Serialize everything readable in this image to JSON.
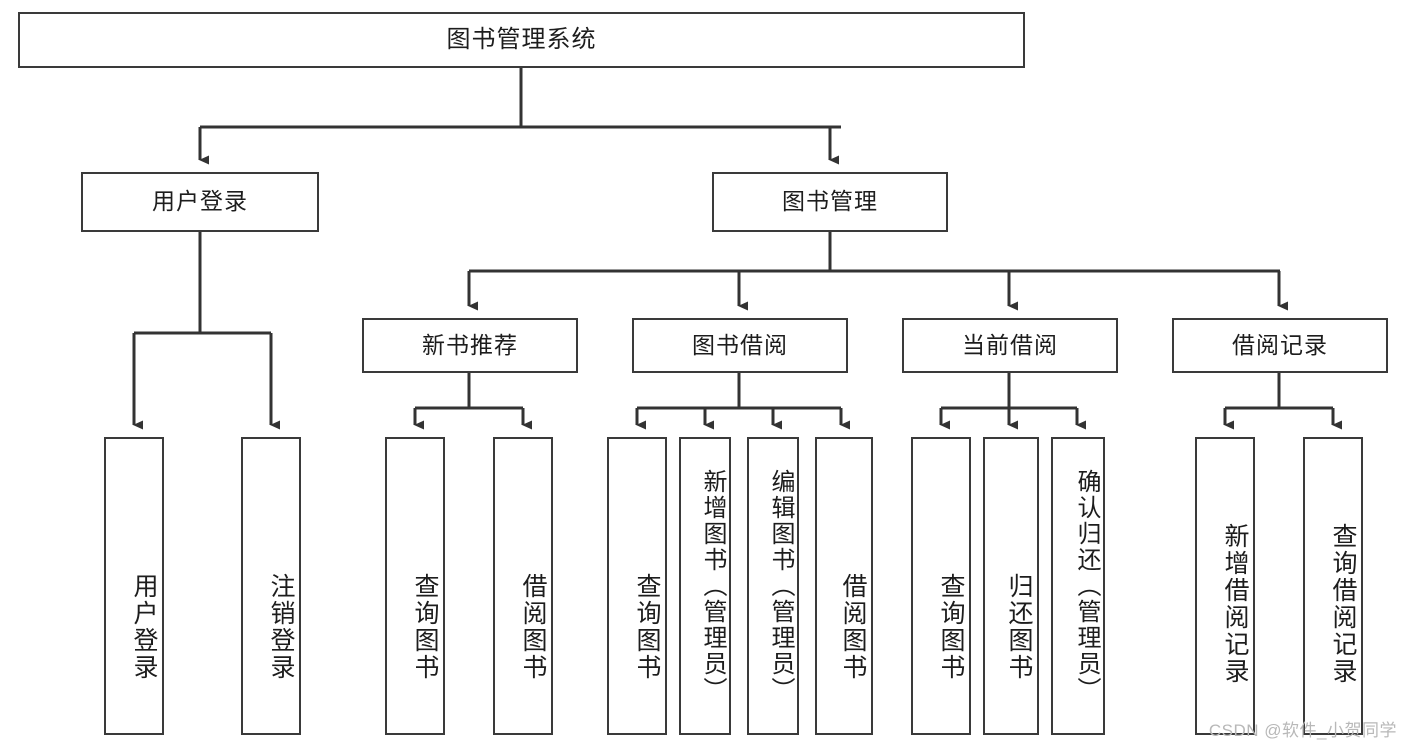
{
  "diagram": {
    "title": "图书管理系统",
    "type": "tree-hierarchy",
    "root": {
      "label": "图书管理系统"
    },
    "level2": [
      {
        "label": "用户登录"
      },
      {
        "label": "图书管理"
      }
    ],
    "level3": [
      {
        "label": "新书推荐"
      },
      {
        "label": "图书借阅"
      },
      {
        "label": "当前借阅"
      },
      {
        "label": "借阅记录"
      }
    ],
    "leaves": [
      {
        "label": "用户登录",
        "parent": "用户登录"
      },
      {
        "label": "注销登录",
        "parent": "用户登录"
      },
      {
        "label": "查询图书",
        "parent": "新书推荐"
      },
      {
        "label": "借阅图书",
        "parent": "新书推荐"
      },
      {
        "label": "查询图书",
        "parent": "图书借阅"
      },
      {
        "label": "新增图书（管理员）",
        "parent": "图书借阅"
      },
      {
        "label": "编辑图书（管理员）",
        "parent": "图书借阅"
      },
      {
        "label": "借阅图书",
        "parent": "图书借阅"
      },
      {
        "label": "查询图书",
        "parent": "当前借阅"
      },
      {
        "label": "归还图书",
        "parent": "当前借阅"
      },
      {
        "label": "确认归还（管理员）",
        "parent": "当前借阅"
      },
      {
        "label": "新增借阅记录",
        "parent": "借阅记录"
      },
      {
        "label": "查询借阅记录",
        "parent": "借阅记录"
      }
    ],
    "colors": {
      "box_border": "#3a3a3a",
      "connector": "#333333",
      "background": "#ffffff",
      "text": "#1d1d1d",
      "watermark": "#b8b8b8"
    }
  },
  "watermark": {
    "text": "CSDN @软件_小贺同学"
  }
}
